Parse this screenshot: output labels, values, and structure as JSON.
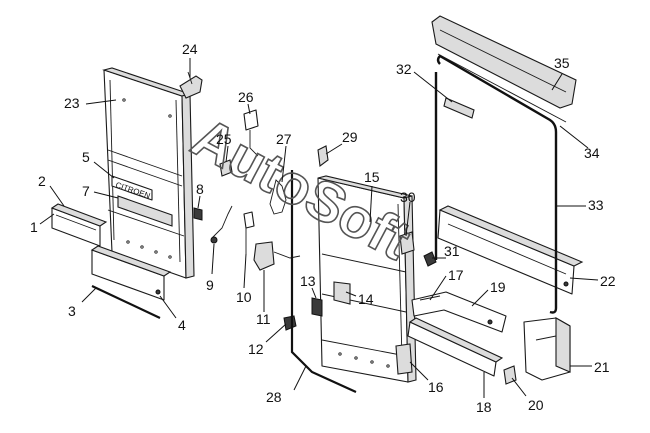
{
  "watermark": "AutoSoft",
  "badge_text": "CITROEN",
  "callouts": [
    {
      "id": "1",
      "label": "1"
    },
    {
      "id": "2",
      "label": "2"
    },
    {
      "id": "3",
      "label": "3"
    },
    {
      "id": "4",
      "label": "4"
    },
    {
      "id": "5",
      "label": "5"
    },
    {
      "id": "7a",
      "label": "7"
    },
    {
      "id": "8",
      "label": "8"
    },
    {
      "id": "9",
      "label": "9"
    },
    {
      "id": "10",
      "label": "10"
    },
    {
      "id": "11",
      "label": "11"
    },
    {
      "id": "12",
      "label": "12"
    },
    {
      "id": "13",
      "label": "13"
    },
    {
      "id": "14",
      "label": "14"
    },
    {
      "id": "15",
      "label": "15"
    },
    {
      "id": "16",
      "label": "16"
    },
    {
      "id": "7b",
      "label": "17"
    },
    {
      "id": "18",
      "label": "18"
    },
    {
      "id": "19",
      "label": "19"
    },
    {
      "id": "20",
      "label": "20"
    },
    {
      "id": "21",
      "label": "21"
    },
    {
      "id": "22",
      "label": "22"
    },
    {
      "id": "23",
      "label": "23"
    },
    {
      "id": "24",
      "label": "24"
    },
    {
      "id": "25",
      "label": "25"
    },
    {
      "id": "26",
      "label": "26"
    },
    {
      "id": "27",
      "label": "27"
    },
    {
      "id": "28",
      "label": "28"
    },
    {
      "id": "29",
      "label": "29"
    },
    {
      "id": "30",
      "label": "30"
    },
    {
      "id": "31",
      "label": "31"
    },
    {
      "id": "32",
      "label": "32"
    },
    {
      "id": "33",
      "label": "33"
    },
    {
      "id": "34",
      "label": "34"
    },
    {
      "id": "35",
      "label": "35"
    }
  ]
}
